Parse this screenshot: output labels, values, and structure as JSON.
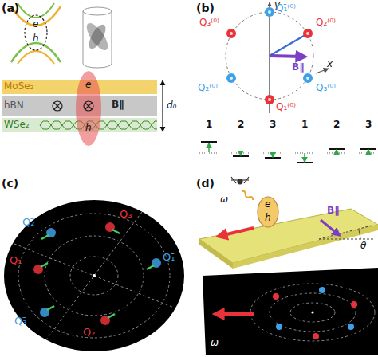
{
  "diagram": {
    "nodes": [
      {
        "text": [
          "e",
          "h"
        ]
      },
      {
        "text": [
          "MoSe₂"
        ]
      },
      {
        "text": [
          "hBN"
        ]
      },
      {
        "text": [
          "WSe₂"
        ]
      },
      {
        "text": [
          "e",
          "h"
        ]
      },
      {
        "text": [
          "Q₂̄",
          "Q₃",
          "Q₁",
          "Q₁̄",
          "Q₃̄",
          "Q₂"
        ]
      },
      {
        "text": [
          "e",
          "h"
        ]
      }
    ],
    "labels": [
      "(a)",
      "(b)",
      "y",
      "Q₁̄⁽⁰⁾",
      "Q₃⁽⁰⁾",
      "Q₂⁽⁰⁾",
      "x",
      "B∥",
      "Q₂̄⁽⁰⁾",
      "Q₃̄⁽⁰⁾",
      "Q₁⁽⁰⁾",
      "1",
      "2",
      "3",
      "1̄",
      "2̄",
      "3̄",
      "B∥",
      "d₀",
      "(c)",
      "(d)",
      "ω",
      "B∥",
      "θ",
      "ω"
    ]
  }
}
